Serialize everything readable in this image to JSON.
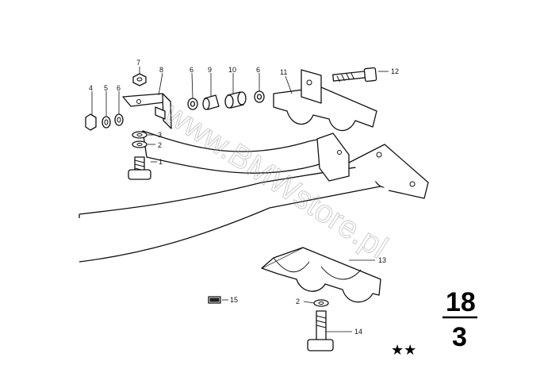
{
  "watermark": "www.BMWstore.pl",
  "labels": {
    "l1": "1",
    "l2a": "2",
    "l2b": "2",
    "l3": "3",
    "l4": "4",
    "l5": "5",
    "l6a": "6",
    "l6b": "6",
    "l6c": "6",
    "l7": "7",
    "l8": "8",
    "l9": "9",
    "l10": "10",
    "l11": "11",
    "l12": "12",
    "l13": "13",
    "l14": "14",
    "l15": "15"
  },
  "group": {
    "main": "18",
    "sub": "3"
  },
  "marker": "★★"
}
